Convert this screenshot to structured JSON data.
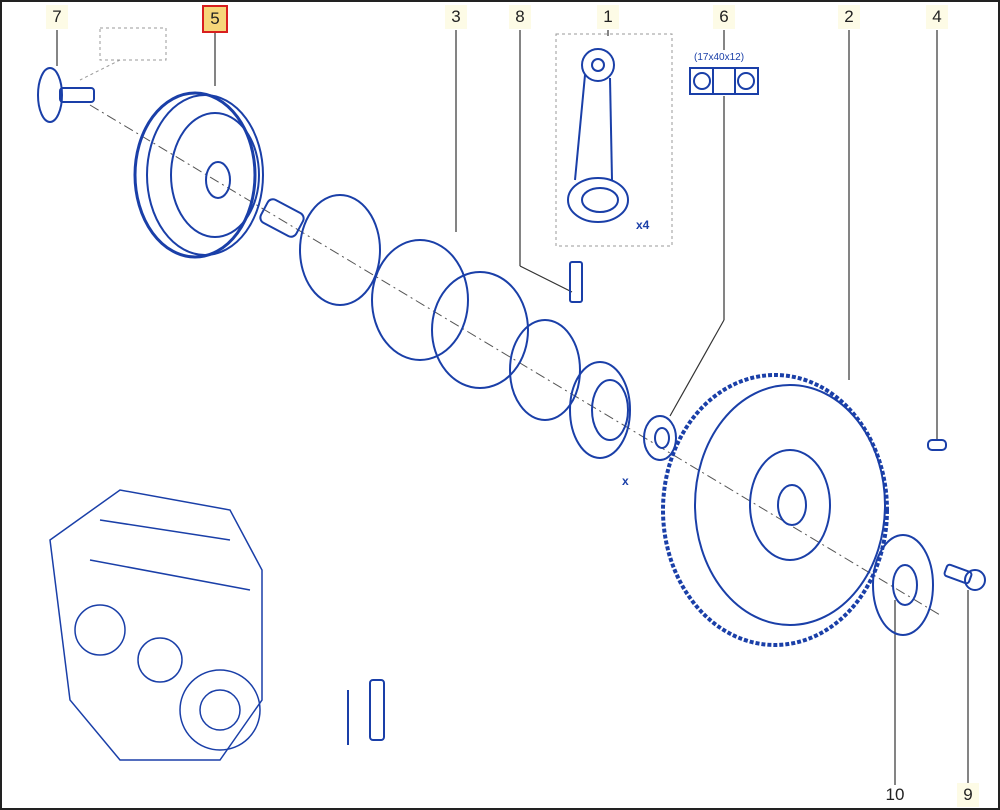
{
  "diagram": {
    "callouts_top": [
      {
        "id": "7"
      },
      {
        "id": "5",
        "selected": true
      },
      {
        "id": "3"
      },
      {
        "id": "8"
      },
      {
        "id": "1"
      },
      {
        "id": "6"
      },
      {
        "id": "2"
      },
      {
        "id": "4"
      }
    ],
    "callouts_bottom": [
      {
        "id": "10"
      },
      {
        "id": "9"
      }
    ],
    "bearing_size_note": "(17x40x12)",
    "quantity_note": "x4",
    "torque_marker": "x",
    "colors": {
      "line": "#1a3fa8",
      "selected_border": "#d81f1f",
      "selected_fill": "#f6d77a"
    }
  }
}
